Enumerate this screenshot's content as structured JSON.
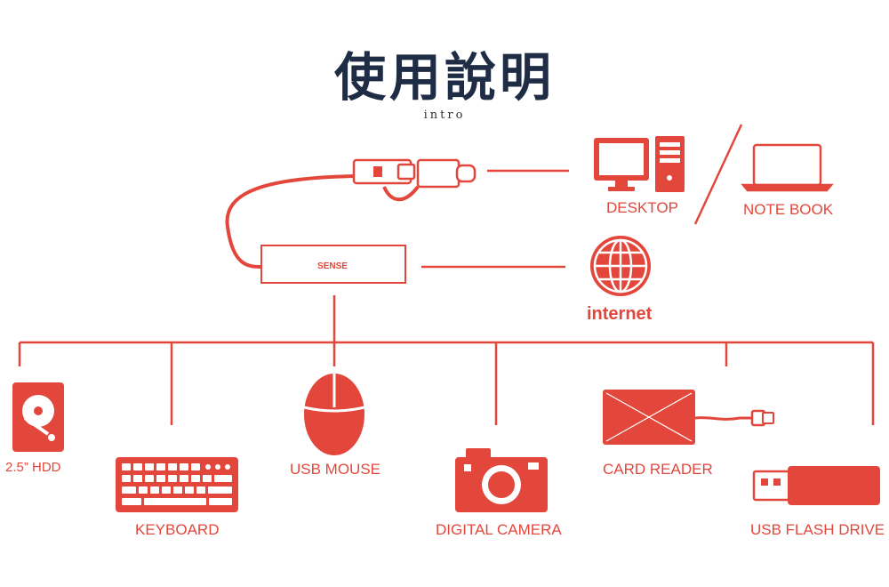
{
  "title": "使用說明",
  "subtitle": "intro",
  "hub": {
    "brand": "SENSE"
  },
  "colors": {
    "accent": "#e3473c",
    "title": "#1f2c45"
  },
  "devices": {
    "desktop": "DESKTOP",
    "notebook": "NOTE BOOK",
    "internet": "internet",
    "hdd": "2.5” HDD",
    "keyboard": "KEYBOARD",
    "mouse": "USB MOUSE",
    "camera": "DIGITAL CAMERA",
    "card_reader": "CARD READER",
    "flash_drive": "USB FLASH DRIVE"
  },
  "icons": [
    "usb-a-plug-icon",
    "usb-c-plug-icon",
    "desktop-monitor-icon",
    "pc-tower-icon",
    "laptop-icon",
    "globe-icon",
    "hard-drive-icon",
    "keyboard-icon",
    "mouse-icon",
    "camera-icon",
    "card-reader-icon",
    "usb-flash-drive-icon"
  ]
}
